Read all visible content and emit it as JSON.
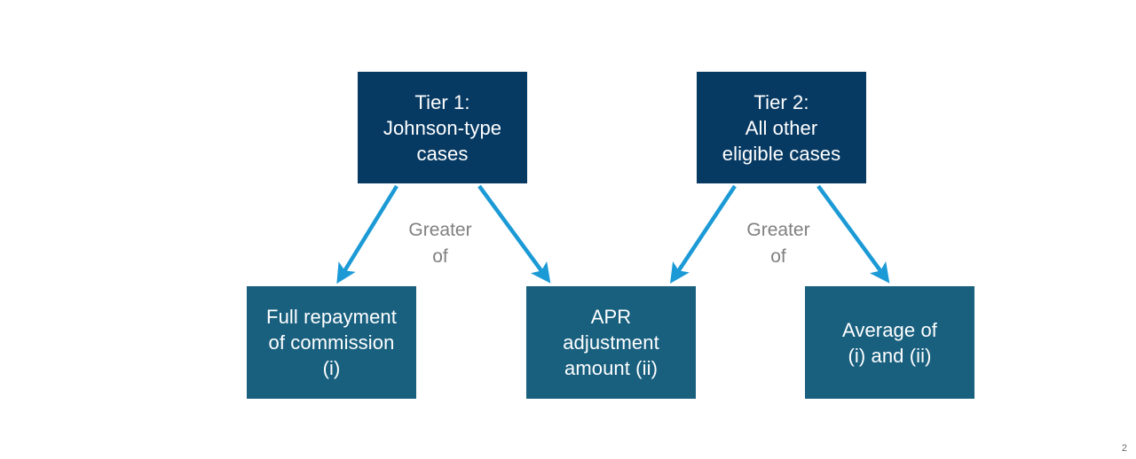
{
  "slide": {
    "background_color": "#ffffff",
    "page_number": "2"
  },
  "theme": {
    "tier_box_color": "#073a63",
    "outcome_box_color": "#19607f",
    "arrow_color": "#1b9ad6",
    "label_color": "#808080",
    "box_text_color": "#ffffff"
  },
  "diagram": {
    "type": "flowchart",
    "tiers": [
      {
        "id": "tier1",
        "label": "Tier 1:\nJohnson-type\ncases",
        "connector_label": "Greater\nof",
        "targets": [
          "outcome_full_repayment",
          "outcome_apr"
        ]
      },
      {
        "id": "tier2",
        "label": "Tier 2:\nAll other\neligible cases",
        "connector_label": "Greater\nof",
        "targets": [
          "outcome_apr",
          "outcome_average"
        ]
      }
    ],
    "outcomes": [
      {
        "id": "outcome_full_repayment",
        "label": "Full repayment\nof commission\n(i)"
      },
      {
        "id": "outcome_apr",
        "label": "APR\nadjustment\namount (ii)"
      },
      {
        "id": "outcome_average",
        "label": "Average of\n(i) and (ii)"
      }
    ]
  }
}
